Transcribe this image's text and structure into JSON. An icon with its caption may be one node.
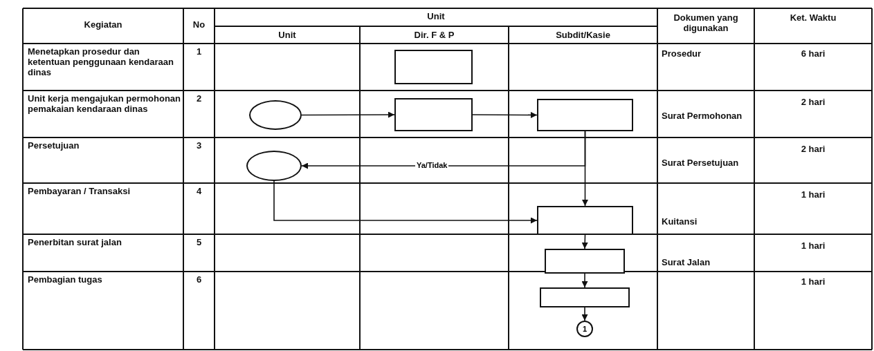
{
  "diagram": {
    "nodes": [
      {
        "text": [],
        "shape": "box"
      },
      {
        "text": [],
        "shape": "ellipse"
      },
      {
        "text": [],
        "shape": "box"
      },
      {
        "text": [],
        "shape": "box"
      },
      {
        "text": [],
        "shape": "ellipse"
      },
      {
        "text": [],
        "shape": "box"
      },
      {
        "text": [],
        "shape": "box"
      },
      {
        "text": [],
        "shape": "box"
      },
      {
        "text": [
          "1"
        ]
      }
    ],
    "edges": [
      {
        "from": 1,
        "to": 2,
        "arrow": "to"
      },
      {
        "from": 2,
        "to": 3,
        "arrow": "to"
      },
      {
        "from": 3,
        "to": 4,
        "arrow": "to",
        "label": "Ya/Tidak"
      },
      {
        "from": 3,
        "to": 5,
        "arrow": "to"
      },
      {
        "from": 4,
        "to": 5,
        "arrow": "to"
      },
      {
        "from": 5,
        "to": 6,
        "arrow": "to"
      },
      {
        "from": 6,
        "to": 7,
        "arrow": "to"
      },
      {
        "from": 7,
        "to": 8,
        "arrow": "to"
      }
    ],
    "labels": [
      "Kegiatan",
      "No",
      "Unit",
      "Dokumen yang digunakan",
      "Ket. Waktu",
      "Unit",
      "Dir. F & P",
      "Subdit/Kasie",
      "Menetapkan prosedur dan ketentuan penggunaan kendaraan dinas",
      "1",
      "Prosedur",
      "6 hari",
      "Unit kerja mengajukan permohonan pemakaian kendaraan dinas",
      "2",
      "Surat Permohonan",
      "2 hari",
      "Persetujuan",
      "3",
      "Surat Persetujuan",
      "2 hari",
      "Pembayaran / Transaksi",
      "4",
      "Kuitansi",
      "1 hari",
      "Penerbitan surat jalan",
      "5",
      "Surat Jalan",
      "1 hari",
      "Pembagian tugas",
      "6",
      "1 hari"
    ]
  }
}
